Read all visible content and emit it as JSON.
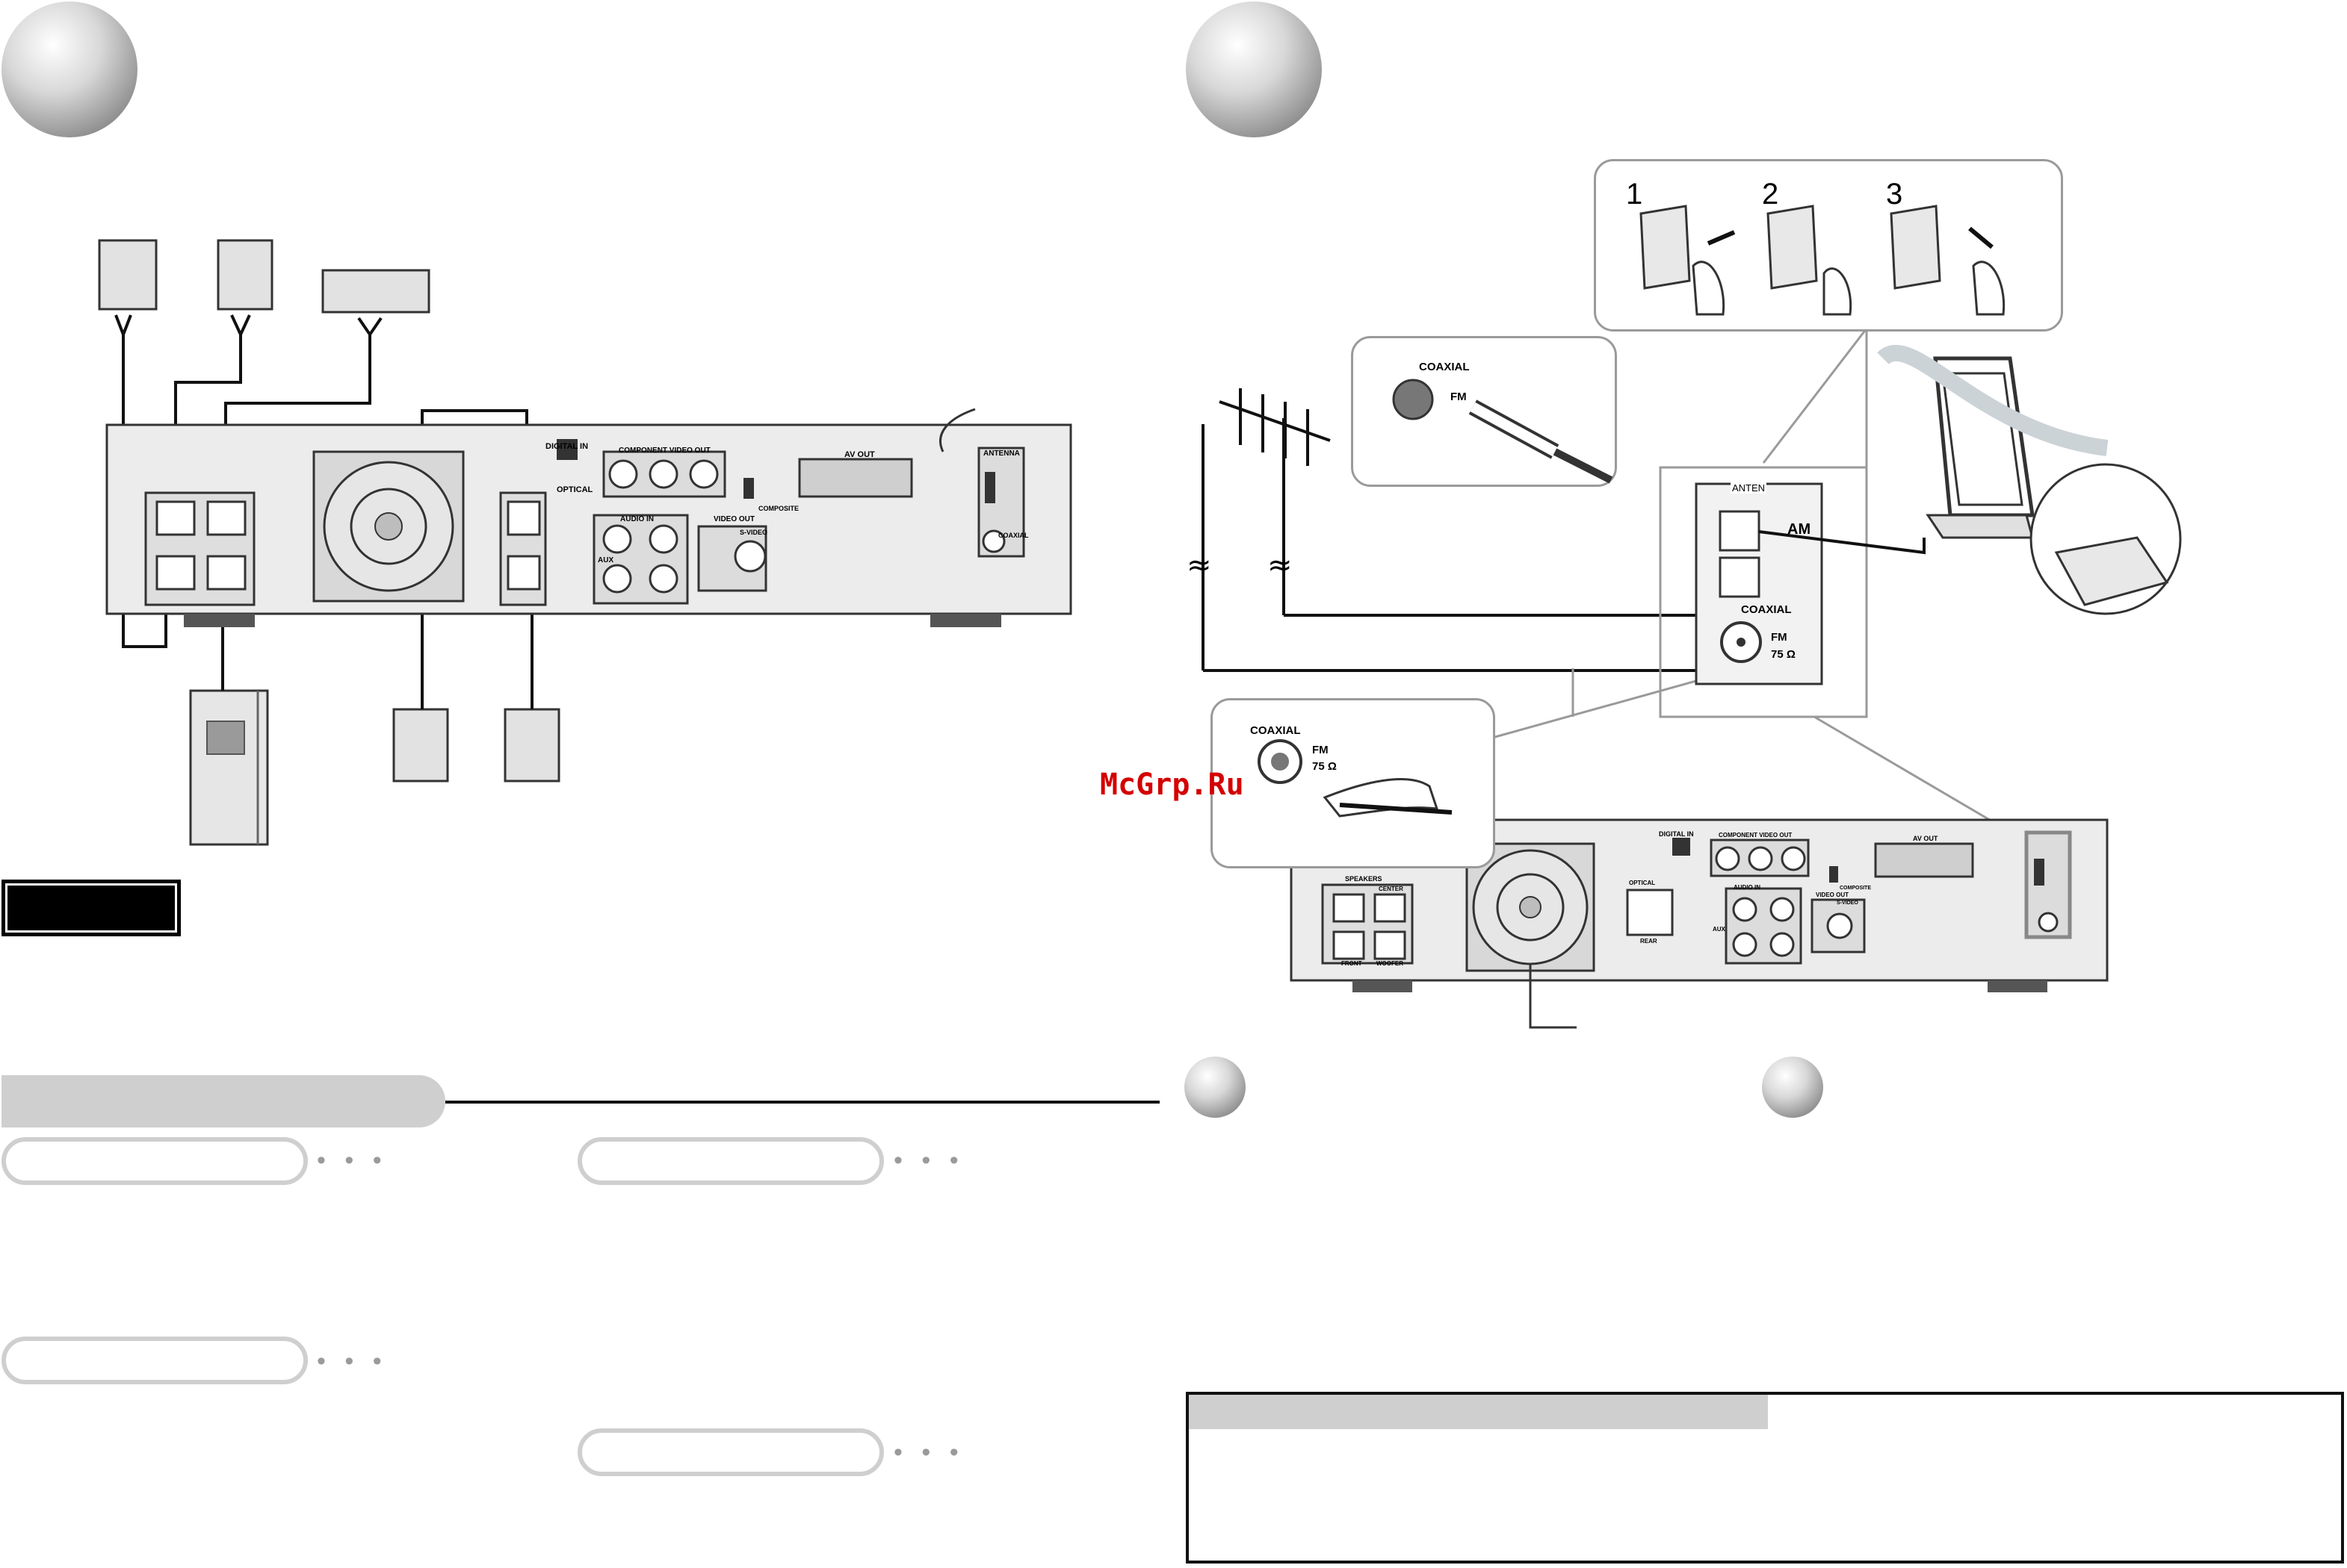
{
  "watermark": "McGrp.Ru",
  "callouts": {
    "coaxial_top": "COAXIAL",
    "fm_top": "FM",
    "coaxial_bottom": "COAXIAL",
    "fm_bottom": "FM",
    "ohm_bottom": "75 Ω"
  },
  "antenna_terminal": {
    "label": "ANTEN",
    "am": "AM",
    "coaxial": "COAXIAL",
    "fm": "FM",
    "ohm": "75 Ω"
  },
  "steps": [
    "1",
    "2",
    "3"
  ],
  "rear_panel_left": {
    "digital_in": "DIGITAL IN",
    "optical": "OPTICAL",
    "component_video_out": "COMPONENT VIDEO OUT",
    "av_out": "AV OUT",
    "antenna": "ANTENNA",
    "audio_in": "AUDIO IN",
    "aux": "AUX",
    "video_out": "VIDEO OUT",
    "s_video": "S-VIDEO",
    "composite": "COMPOSITE",
    "coaxial": "COAXIAL"
  },
  "rear_panel_right": {
    "speakers": "SPEAKERS",
    "center": "CENTER",
    "front": "FRONT",
    "woofer": "WOOFER",
    "rear": "REAR",
    "digital_in": "DIGITAL IN",
    "optical": "OPTICAL",
    "component_video_out": "COMPONENT VIDEO OUT",
    "av_out": "AV OUT",
    "audio_in": "AUDIO IN",
    "aux": "AUX",
    "video_out": "VIDEO OUT",
    "s_video": "S-VIDEO",
    "composite": "COMPOSITE"
  }
}
